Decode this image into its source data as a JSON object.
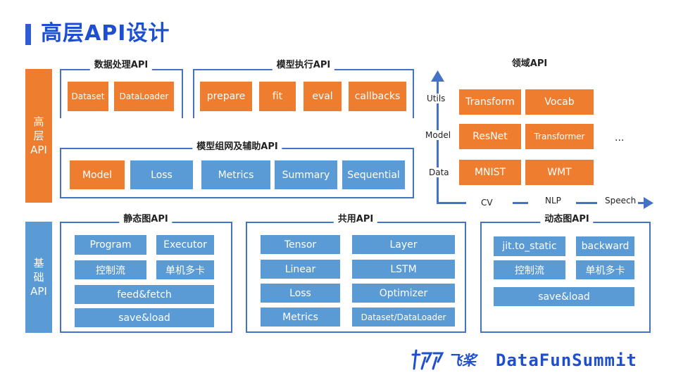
{
  "title": "高层API设计",
  "side_high": "高\n层\nAPI",
  "side_base": "基\n础\nAPI",
  "data_api": {
    "label": "数据处理API",
    "items": [
      "Dataset",
      "DataLoader"
    ]
  },
  "exec_api": {
    "label": "模型执行API",
    "items": [
      "prepare",
      "fit",
      "eval",
      "callbacks"
    ]
  },
  "net_api": {
    "label": "模型组网及辅助API",
    "items": [
      "Model",
      "Loss",
      "Metrics",
      "Summary",
      "Sequential"
    ]
  },
  "domain_api": {
    "label": "领域API",
    "y_axis": [
      "Utils",
      "Model",
      "Data"
    ],
    "x_axis": [
      "CV",
      "NLP",
      "Speech"
    ],
    "cells": [
      [
        "Transform",
        "Vocab"
      ],
      [
        "ResNet",
        "Transformer"
      ],
      [
        "MNIST",
        "WMT"
      ]
    ],
    "ellipsis": "..."
  },
  "static_api": {
    "label": "静态图API",
    "items": [
      "Program",
      "Executor",
      "控制流",
      "单机多卡",
      "feed&fetch",
      "save&load"
    ]
  },
  "common_api": {
    "label": "共用API",
    "items": [
      "Tensor",
      "Layer",
      "Linear",
      "LSTM",
      "Loss",
      "Optimizer",
      "Metrics",
      "Dataset/DataLoader"
    ]
  },
  "dynamic_api": {
    "label": "动态图API",
    "items": [
      "jit.to_static",
      "backward",
      "控制流",
      "单机多卡",
      "save&load"
    ]
  },
  "logo": {
    "cn": "飞桨",
    "en": "DataFunSummit"
  },
  "colors": {
    "orange": "#ef7d30",
    "blue": "#5b9bd5",
    "title_blue": "#1f4fd1",
    "frame_blue": "#4472c4"
  }
}
